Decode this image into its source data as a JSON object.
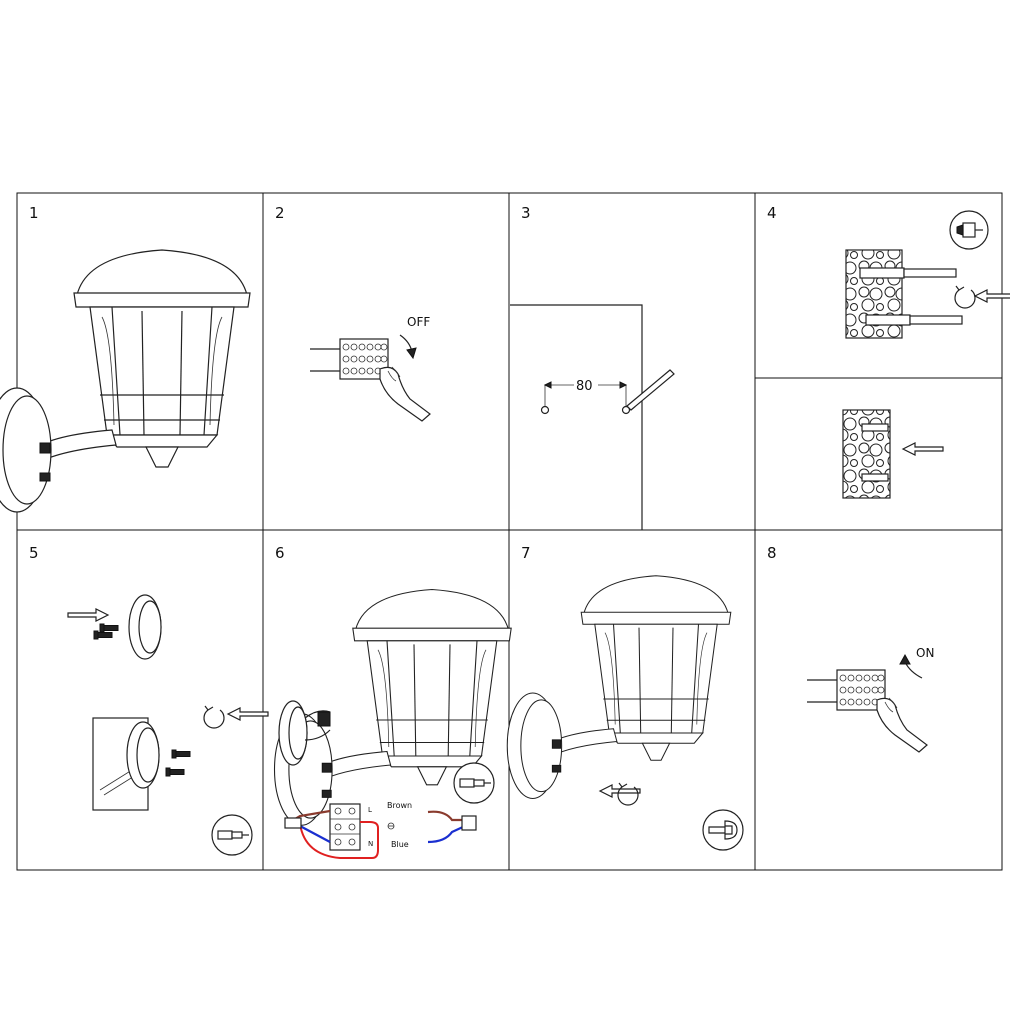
{
  "steps": [
    {
      "number": "1"
    },
    {
      "number": "2",
      "label": "OFF"
    },
    {
      "number": "3",
      "dimension": "80"
    },
    {
      "number": "4"
    },
    {
      "number": "5"
    },
    {
      "number": "6",
      "wire_labels": {
        "brown": "Brown",
        "blue": "Blue",
        "l": "L",
        "n": "N"
      }
    },
    {
      "number": "7"
    },
    {
      "number": "8",
      "label": "ON"
    }
  ],
  "icons": [
    "screwdriver-icon",
    "drill-icon",
    "wrench-icon",
    "earth-symbol-icon",
    "rotate-arrow-icon",
    "push-arrow-icon"
  ],
  "colors": {
    "brown_wire": "#8a3b2e",
    "blue_wire": "#1a2fd0",
    "red_wire": "#e02020",
    "line": "#222222"
  }
}
